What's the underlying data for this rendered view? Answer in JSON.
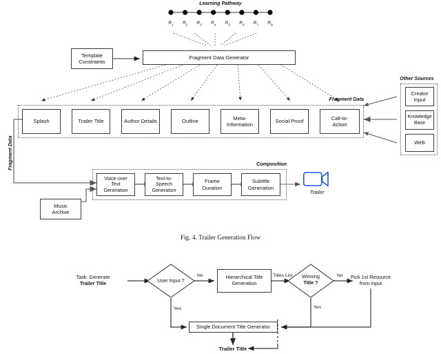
{
  "figure": {
    "caption": "Fig. 4.  Trailer Generation Flow",
    "learning_pathway": {
      "title": "Learning Pathway",
      "nodes": [
        "R1",
        "R2",
        "R3",
        "R4",
        "R5",
        "R6",
        "R7",
        "R8"
      ],
      "node_labels": [
        "R₁",
        "R₂",
        "R₃",
        "R₄",
        "R₅",
        "R₆",
        "R₇",
        "R₈"
      ]
    },
    "template_constraints": "Template\nConstraints",
    "template_constraints_l1": "Template",
    "template_constraints_l2": "Constraints",
    "generator": "Fragment Data Generator",
    "fragment_group_label": "Fragment Data",
    "fragment_side_label": "Fragment Data",
    "fragments": [
      {
        "l1": "Splash",
        "l2": ""
      },
      {
        "l1": "Trailer Title",
        "l2": ""
      },
      {
        "l1": "Author Details",
        "l2": ""
      },
      {
        "l1": "Outline",
        "l2": ""
      },
      {
        "l1": "Meta-",
        "l2": "Information"
      },
      {
        "l1": "Social Proof",
        "l2": ""
      },
      {
        "l1": "Call-to-",
        "l2": "Action"
      }
    ],
    "other_sources": {
      "label": "Other Sources",
      "items": [
        {
          "l1": "Creator",
          "l2": "Input"
        },
        {
          "l1": "Knowledge",
          "l2": "Base"
        },
        {
          "l1": "Web",
          "l2": ""
        }
      ]
    },
    "composition": {
      "label": "Composition",
      "steps": [
        {
          "l1": "Voice-over",
          "l2": "Text",
          "l3": "Generation"
        },
        {
          "l1": "Text-to-",
          "l2": "Speech",
          "l3": "Generation"
        },
        {
          "l1": "Frame",
          "l2": "Duration",
          "l3": ""
        },
        {
          "l1": "Subtitle",
          "l2": "Generation",
          "l3": ""
        }
      ],
      "output_label": "Trailer",
      "output_icon": "video-camera-icon",
      "output_color": "#2255dd"
    },
    "music_archive": {
      "l1": "Music",
      "l2": "Archive"
    }
  },
  "flowchart": {
    "task": {
      "l1": "Task: Generate",
      "l2": "Trailer Title"
    },
    "decision_user_input": {
      "l1": "User Input ?",
      "l2": ""
    },
    "hierarchical": {
      "l1": "Hierarchical Title",
      "l2": "Generation"
    },
    "decision_winning": {
      "l1": "Winning",
      "l2": "Title ?"
    },
    "pick_resource": {
      "l1": "Pick 1st Resource",
      "l2": "from Input"
    },
    "single_doc": "Single Document Title Generator",
    "result": "Trailer Title",
    "edge_no_1": "No",
    "edge_titles_list": "Titles List",
    "edge_no_2": "No",
    "edge_yes_1": "Yes",
    "edge_yes_2": "Yes"
  }
}
